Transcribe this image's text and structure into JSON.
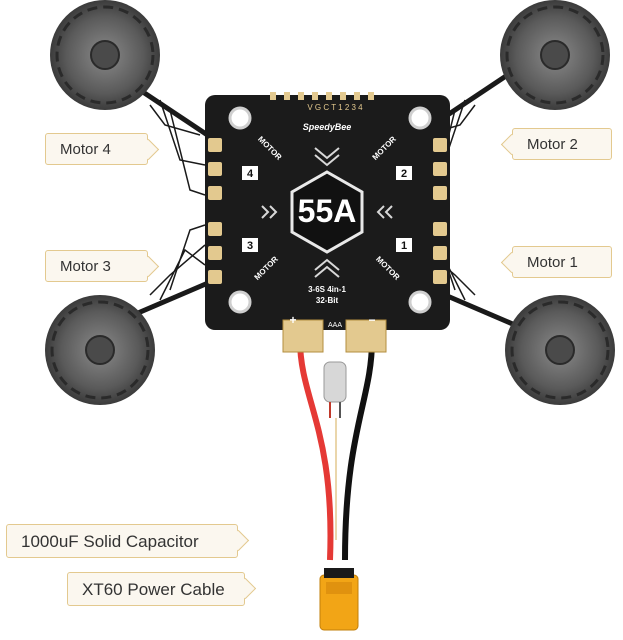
{
  "labels": {
    "motor4": "Motor 4",
    "motor2": "Motor 2",
    "motor3": "Motor 3",
    "motor1": "Motor 1",
    "capacitor": "1000uF Solid Capacitor",
    "power_cable": "XT60 Power Cable"
  },
  "board": {
    "brand": "SpeedyBee",
    "rating": "55A",
    "spec_line1": "3-6S 4in-1",
    "spec_line2": "32-Bit",
    "header_pins": "V G C T 1 2 3 4",
    "motor_word": "MOTOR",
    "pad_numbers": [
      "4",
      "2",
      "3",
      "1"
    ],
    "plus_sign": "+",
    "minus_sign": "−",
    "pad_code": "AAA"
  },
  "colors": {
    "board": "#1b1b1b",
    "accent": "#e3c98f",
    "positive_wire": "#e53935",
    "negative_wire": "#111111",
    "xt60": "#f2a516"
  }
}
